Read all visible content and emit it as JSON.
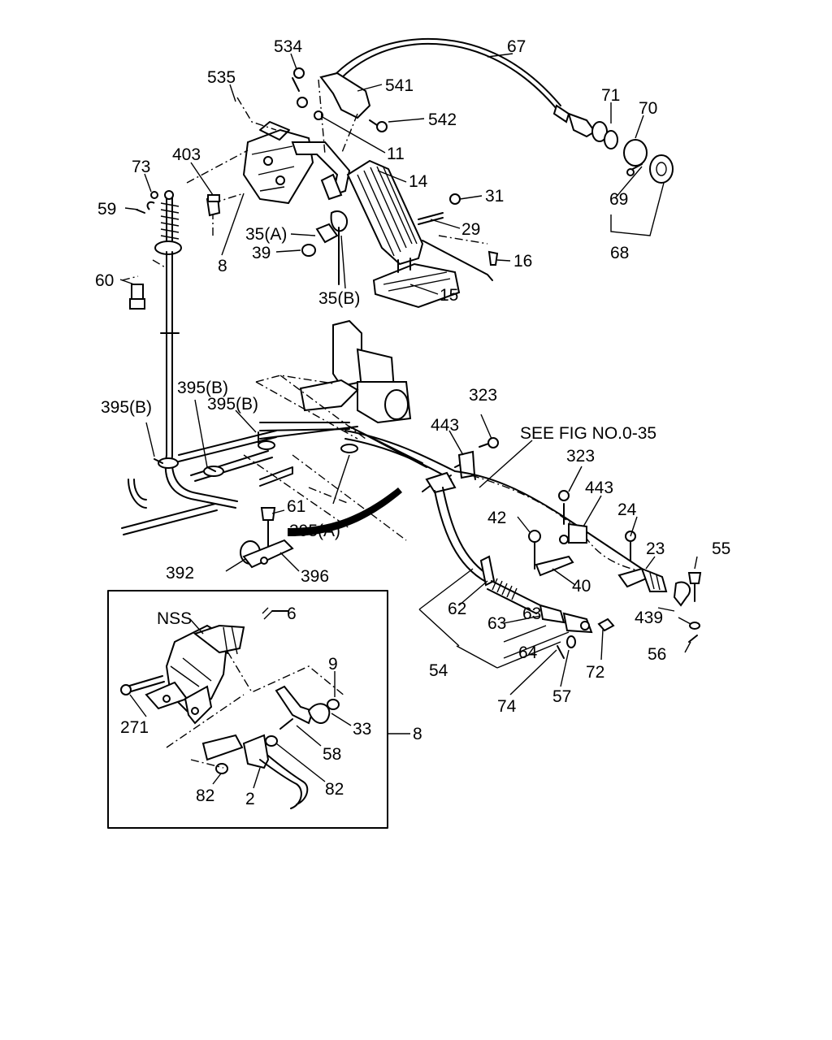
{
  "callouts": [
    {
      "id": "c534",
      "text": "534"
    },
    {
      "id": "c67",
      "text": "67"
    },
    {
      "id": "c535",
      "text": "535"
    },
    {
      "id": "c541",
      "text": "541"
    },
    {
      "id": "c71",
      "text": "71"
    },
    {
      "id": "c70",
      "text": "70"
    },
    {
      "id": "c542",
      "text": "542"
    },
    {
      "id": "c11",
      "text": "11"
    },
    {
      "id": "c403",
      "text": "403"
    },
    {
      "id": "c73",
      "text": "73"
    },
    {
      "id": "c14",
      "text": "14"
    },
    {
      "id": "c31",
      "text": "31"
    },
    {
      "id": "c69",
      "text": "69"
    },
    {
      "id": "c59",
      "text": "59"
    },
    {
      "id": "c35a",
      "text": "35(A)"
    },
    {
      "id": "c29",
      "text": "29"
    },
    {
      "id": "c68",
      "text": "68"
    },
    {
      "id": "c8a",
      "text": "8"
    },
    {
      "id": "c39",
      "text": "39"
    },
    {
      "id": "c16",
      "text": "16"
    },
    {
      "id": "c60",
      "text": "60"
    },
    {
      "id": "c35b",
      "text": "35(B)"
    },
    {
      "id": "c15",
      "text": "15"
    },
    {
      "id": "c323a",
      "text": "323"
    },
    {
      "id": "c395b1",
      "text": "395(B)"
    },
    {
      "id": "c395b2",
      "text": "395(B)"
    },
    {
      "id": "c395b3",
      "text": "395(B)"
    },
    {
      "id": "c443a",
      "text": "443"
    },
    {
      "id": "cseefig",
      "text": "SEE FIG NO.0-35"
    },
    {
      "id": "c323b",
      "text": "323"
    },
    {
      "id": "c443b",
      "text": "443"
    },
    {
      "id": "c61",
      "text": "61"
    },
    {
      "id": "c24",
      "text": "24"
    },
    {
      "id": "c42",
      "text": "42"
    },
    {
      "id": "c395a",
      "text": "395(A)"
    },
    {
      "id": "c23",
      "text": "23"
    },
    {
      "id": "c55",
      "text": "55"
    },
    {
      "id": "c392",
      "text": "392"
    },
    {
      "id": "c396",
      "text": "396"
    },
    {
      "id": "c40",
      "text": "40"
    },
    {
      "id": "c6",
      "text": "6"
    },
    {
      "id": "cnss",
      "text": "NSS"
    },
    {
      "id": "c62",
      "text": "62"
    },
    {
      "id": "c439",
      "text": "439"
    },
    {
      "id": "c63a",
      "text": "63"
    },
    {
      "id": "c63b",
      "text": "63"
    },
    {
      "id": "c56",
      "text": "56"
    },
    {
      "id": "c64",
      "text": "64"
    },
    {
      "id": "c9",
      "text": "9"
    },
    {
      "id": "c54",
      "text": "54"
    },
    {
      "id": "c72",
      "text": "72"
    },
    {
      "id": "c57",
      "text": "57"
    },
    {
      "id": "c74",
      "text": "74"
    },
    {
      "id": "c271",
      "text": "271"
    },
    {
      "id": "c33",
      "text": "33"
    },
    {
      "id": "c8b",
      "text": "8"
    },
    {
      "id": "c58",
      "text": "58"
    },
    {
      "id": "c82a",
      "text": "82"
    },
    {
      "id": "c2",
      "text": "2"
    },
    {
      "id": "c82b",
      "text": "82"
    }
  ]
}
